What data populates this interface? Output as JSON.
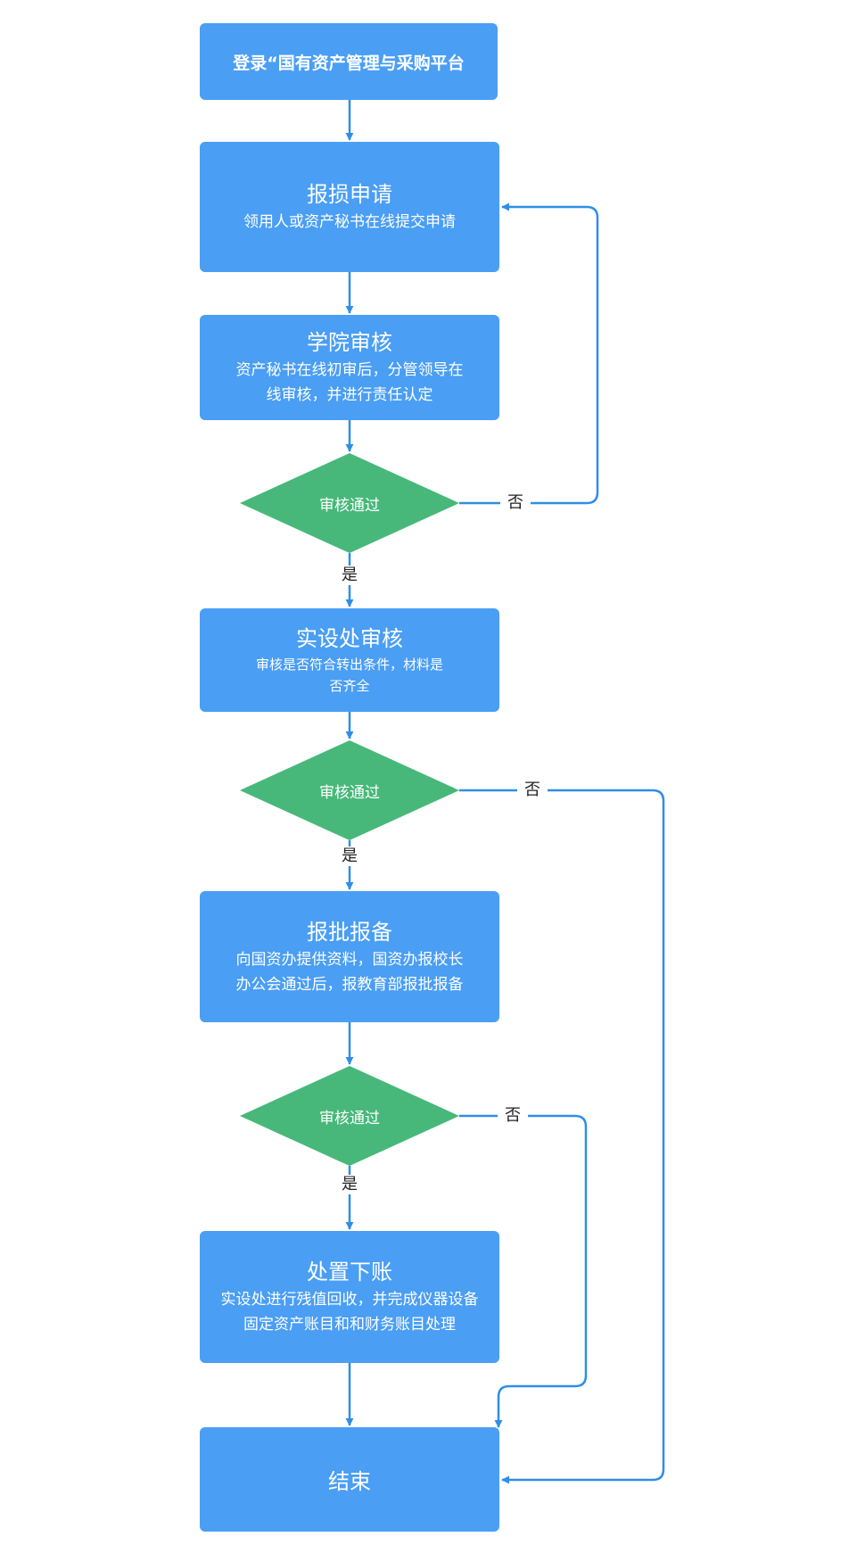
{
  "colors": {
    "box": "#4a9ef4",
    "decision": "#47b87a",
    "arrow": "#2f8ee8"
  },
  "steps": {
    "login": {
      "text": "登录“国有资产管理与采购平台"
    },
    "apply": {
      "title": "报损申请",
      "desc": "领用人或资产秘书在线提交申请"
    },
    "college": {
      "title": "学院审核",
      "desc1": "资产秘书在线初审后，分管领导在",
      "desc2": "线审核，并进行责任认定"
    },
    "office": {
      "title": "实设处审核",
      "desc1": "审核是否符合转出条件，材料是",
      "desc2": "否齐全"
    },
    "report": {
      "title": "报批报备",
      "desc1": "向国资办提供资料，国资办报校长",
      "desc2": "办公会通过后，报教育部报批报备"
    },
    "dispose": {
      "title": "处置下账",
      "desc1": "实设处进行残值回收，并完成仪器设备",
      "desc2": "固定资产账目和和财务账目处理"
    },
    "end": {
      "text": "结束"
    }
  },
  "decisions": {
    "d1": "审核通过",
    "d2": "审核通过",
    "d3": "审核通过"
  },
  "edge_labels": {
    "yes1": "是",
    "no1": "否",
    "yes2": "是",
    "no2": "否",
    "yes3": "是",
    "no3": "否"
  }
}
